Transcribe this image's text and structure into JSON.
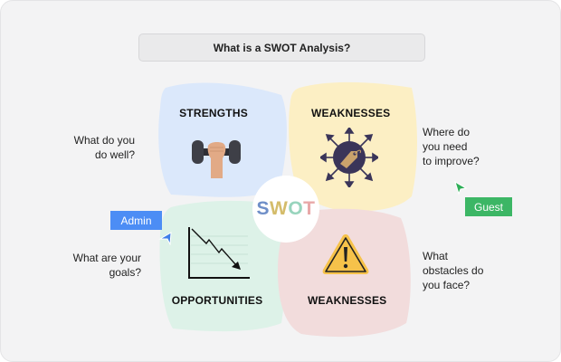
{
  "title": "What is a SWOT Analysis?",
  "center_label": {
    "letters": [
      "S",
      "W",
      "O",
      "T"
    ],
    "colors": [
      "#6f8fc8",
      "#d4bc6a",
      "#98d4bd",
      "#e8a8a8"
    ]
  },
  "quadrants": [
    {
      "id": "strengths",
      "title": "STRENGTHS",
      "icon": "dumbbell-icon",
      "color": "#dbe8fb",
      "question": "What do you do well?",
      "question_lines": [
        "What do you",
        "do well?"
      ]
    },
    {
      "id": "weaknesses-top",
      "title": "WEAKNESSES",
      "icon": "price-tag-arrows-icon",
      "color": "#fcefc4",
      "question": "Where do you need to improve?",
      "question_lines": [
        "Where do",
        "you need",
        "to improve?"
      ]
    },
    {
      "id": "opportunities",
      "title": "OPPORTUNITIES",
      "icon": "declining-chart-icon",
      "color": "#ddf2e8",
      "question": "What are your goals?",
      "question_lines": [
        "What are your",
        "goals?"
      ]
    },
    {
      "id": "weaknesses-bottom",
      "title": "WEAKNESSES",
      "icon": "warning-icon",
      "color": "#f2dcdc",
      "question": "What obstacles do you face?",
      "question_lines": [
        "What",
        "obstacles do",
        "you face?"
      ]
    }
  ],
  "cursors": [
    {
      "label": "Admin",
      "color": "#4285f4"
    },
    {
      "label": "Guest",
      "color": "#34b35a"
    }
  ]
}
